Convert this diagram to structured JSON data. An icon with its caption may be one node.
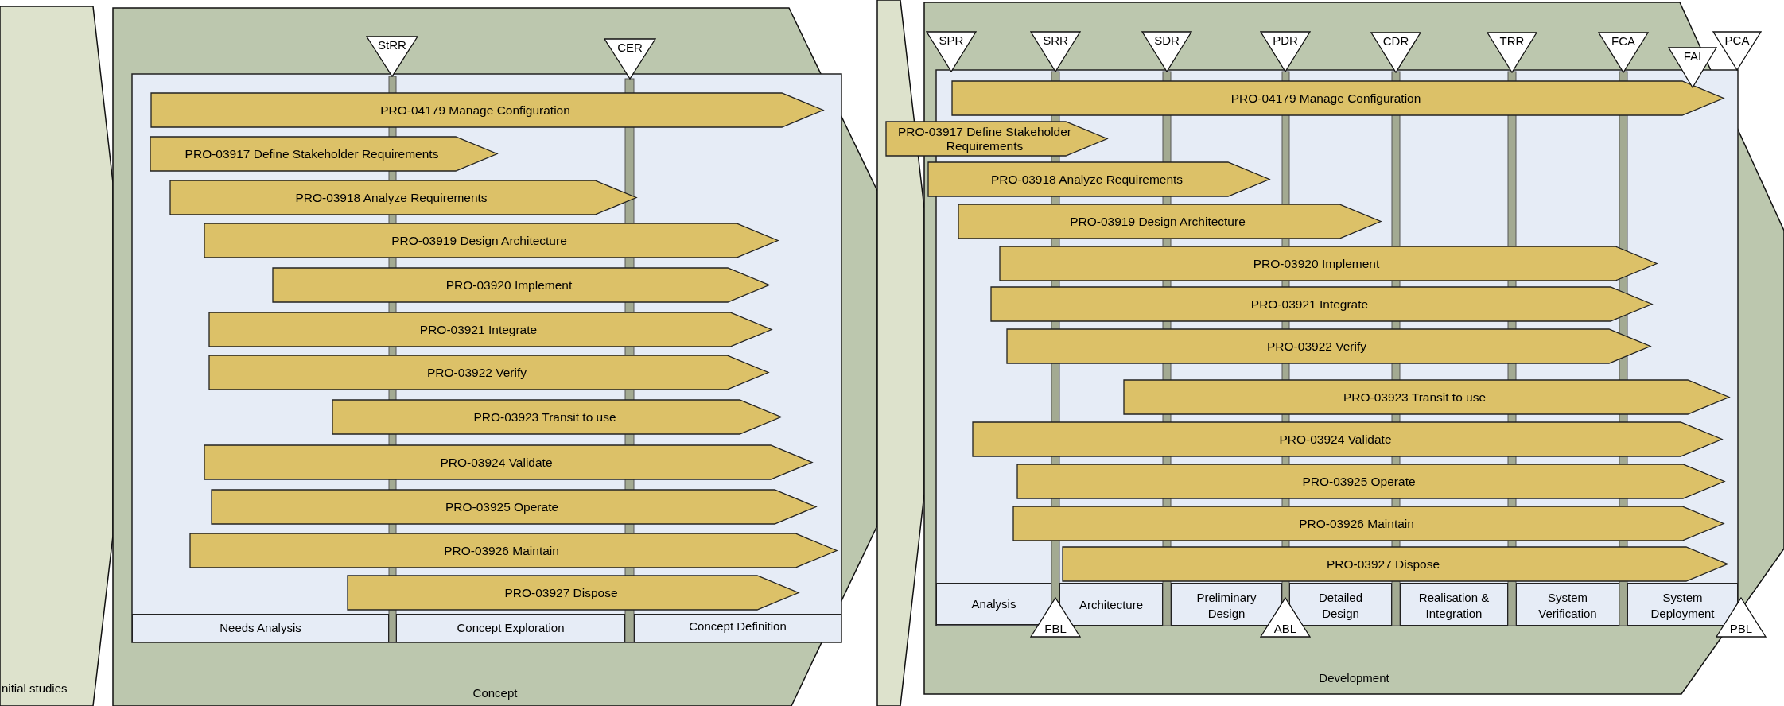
{
  "diagram": {
    "nodes": [
      {
        "text": [
          "nitial studies"
        ]
      },
      {
        "text": [
          "Concept"
        ]
      },
      {
        "text": [
          "StRR"
        ],
        "in": 1
      },
      {
        "text": [
          "CER"
        ],
        "in": 1
      },
      {
        "text": [
          "PRO-04179 Manage Configuration"
        ],
        "in": 1
      },
      {
        "text": [
          "PRO-03917 Define Stakeholder Requirements"
        ],
        "in": 1
      },
      {
        "text": [
          "PRO-03918 Analyze Requirements"
        ],
        "in": 1
      },
      {
        "text": [
          "PRO-03919 Design Architecture"
        ],
        "in": 1
      },
      {
        "text": [
          "PRO-03920 Implement"
        ],
        "in": 1
      },
      {
        "text": [
          "PRO-03921 Integrate"
        ],
        "in": 1
      },
      {
        "text": [
          "PRO-03922 Verify"
        ],
        "in": 1
      },
      {
        "text": [
          "PRO-03923 Transit to use"
        ],
        "in": 1
      },
      {
        "text": [
          "PRO-03924 Validate"
        ],
        "in": 1
      },
      {
        "text": [
          "PRO-03925 Operate"
        ],
        "in": 1
      },
      {
        "text": [
          "PRO-03926 Maintain"
        ],
        "in": 1
      },
      {
        "text": [
          "PRO-03927 Dispose"
        ],
        "in": 1
      },
      {
        "text": [
          "Needs Analysis"
        ],
        "in": 1
      },
      {
        "text": [
          "Concept Exploration"
        ],
        "in": 1
      },
      {
        "text": [
          "Concept Definition"
        ],
        "in": 1
      },
      {
        "text": [],
        "shape": "box"
      },
      {
        "text": [
          "Development"
        ]
      },
      {
        "text": [
          "SPR"
        ],
        "in": 20
      },
      {
        "text": [
          "SRR"
        ],
        "in": 20
      },
      {
        "text": [
          "SDR"
        ],
        "in": 20
      },
      {
        "text": [
          "PDR"
        ],
        "in": 20
      },
      {
        "text": [
          "CDR"
        ],
        "in": 20
      },
      {
        "text": [
          "TRR"
        ],
        "in": 20
      },
      {
        "text": [
          "FCA"
        ],
        "in": 20
      },
      {
        "text": [
          "PCA"
        ],
        "in": 20
      },
      {
        "text": [
          "FAI"
        ],
        "in": 20
      },
      {
        "text": [
          "PRO-04179 Manage Configuration"
        ],
        "in": 20
      },
      {
        "text": [
          "PRO-03917 Define Stakeholder Requirements"
        ]
      },
      {
        "text": [
          "PRO-03918 Analyze Requirements"
        ],
        "in": 20
      },
      {
        "text": [
          "PRO-03919 Design Architecture"
        ],
        "in": 20
      },
      {
        "text": [
          "PRO-03920 Implement"
        ],
        "in": 20
      },
      {
        "text": [
          "PRO-03921 Integrate"
        ],
        "in": 20
      },
      {
        "text": [
          "PRO-03922 Verify"
        ],
        "in": 20
      },
      {
        "text": [
          "PRO-03923 Transit to use"
        ],
        "in": 20
      },
      {
        "text": [
          "PRO-03924 Validate"
        ],
        "in": 20
      },
      {
        "text": [
          "PRO-03925 Operate"
        ],
        "in": 20
      },
      {
        "text": [
          "PRO-03926 Maintain"
        ],
        "in": 20
      },
      {
        "text": [
          "PRO-03927 Dispose"
        ],
        "in": 20
      },
      {
        "text": [
          "Analysis"
        ],
        "in": 20
      },
      {
        "text": [
          "Architecture"
        ],
        "in": 20
      },
      {
        "text": [
          "Preliminary Design"
        ],
        "in": 20
      },
      {
        "text": [
          "Detailed Design"
        ],
        "in": 20
      },
      {
        "text": [
          "Realisation & Integration"
        ],
        "in": 20
      },
      {
        "text": [
          "System Verification"
        ],
        "in": 20
      },
      {
        "text": [
          "System Deployment"
        ],
        "in": 20
      },
      {
        "text": [
          "FBL"
        ],
        "in": 20
      },
      {
        "text": [
          "ABL"
        ],
        "in": 20
      },
      {
        "text": [
          "PBL"
        ],
        "in": 20
      }
    ]
  }
}
